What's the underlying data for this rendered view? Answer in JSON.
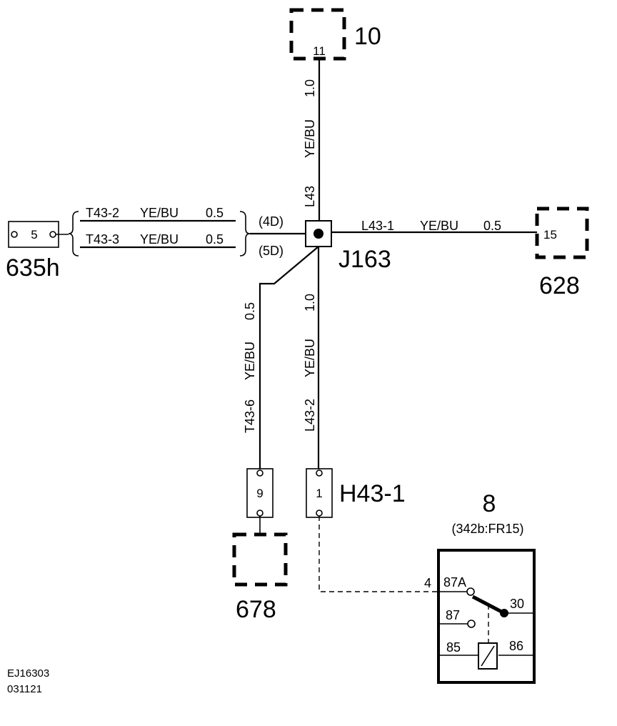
{
  "components": {
    "c10": {
      "id": "10",
      "pin": "11"
    },
    "c628": {
      "id": "628",
      "pin": "15"
    },
    "c635h": {
      "id": "635h",
      "pin": "5"
    },
    "c678": {
      "id": "678"
    },
    "conn9": {
      "pin": "9"
    },
    "h43": {
      "id": "H43-1",
      "pin": "1"
    },
    "relay": {
      "id": "8",
      "ref": "(342b:FR15)",
      "pin_in": "4",
      "t87a": "87A",
      "t87": "87",
      "t30": "30",
      "t85": "85",
      "t86": "86"
    }
  },
  "junction": {
    "id": "J163"
  },
  "wires": {
    "l43": {
      "id": "L43",
      "color": "YE/BU",
      "size": "1.0"
    },
    "l43_1": {
      "id": "L43-1",
      "color": "YE/BU",
      "size": "0.5"
    },
    "l43_2": {
      "id": "L43-2",
      "color": "YE/BU",
      "size": "1.0"
    },
    "t43_2": {
      "id": "T43-2",
      "color": "YE/BU",
      "size": "0.5"
    },
    "t43_3": {
      "id": "T43-3",
      "color": "YE/BU",
      "size": "0.5"
    },
    "t43_6": {
      "id": "T43-6",
      "color": "YE/BU",
      "size": "0.5"
    },
    "brace_top": "(4D)",
    "brace_bottom": "(5D)"
  },
  "doc": {
    "code": "EJ16303",
    "date": "031121"
  }
}
